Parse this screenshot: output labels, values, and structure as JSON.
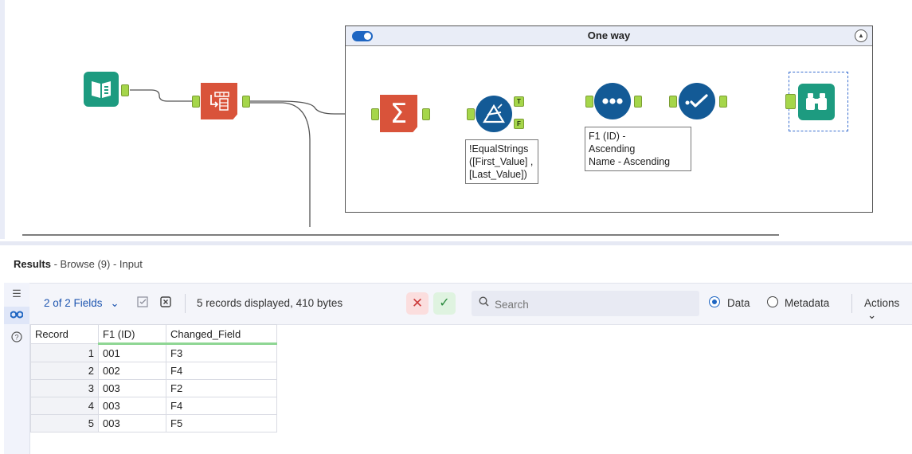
{
  "workflow": {
    "container": {
      "title": "One way"
    },
    "annotations": {
      "filter": [
        "!EqualStrings",
        "([First_Value] ,",
        "[Last_Value])"
      ],
      "sort": [
        "F1 (ID) -",
        "Ascending",
        "Name - Ascending"
      ]
    },
    "anchors": {
      "true_label": "T",
      "false_label": "F"
    }
  },
  "results": {
    "label": "Results",
    "subtitle": " - Browse (9) - Input",
    "fields_selector": "2 of 2 Fields",
    "records_info": "5 records displayed, 410 bytes",
    "search_placeholder": "Search",
    "view_options": {
      "data": "Data",
      "metadata": "Metadata"
    },
    "actions_label": "Actions",
    "columns": [
      "Record",
      "F1 (ID)",
      "Changed_Field"
    ],
    "rows": [
      {
        "record": "1",
        "id": "001",
        "field": "F3"
      },
      {
        "record": "2",
        "id": "002",
        "field": "F4"
      },
      {
        "record": "3",
        "id": "003",
        "field": "F2"
      },
      {
        "record": "4",
        "id": "003",
        "field": "F4"
      },
      {
        "record": "5",
        "id": "003",
        "field": "F5"
      }
    ]
  },
  "colors": {
    "input_tool": "#1d9b80",
    "transform_tool": "#d9533a",
    "preparation_tool": "#135a96",
    "anchor": "#a5d64a",
    "accent": "#1f66c2"
  }
}
